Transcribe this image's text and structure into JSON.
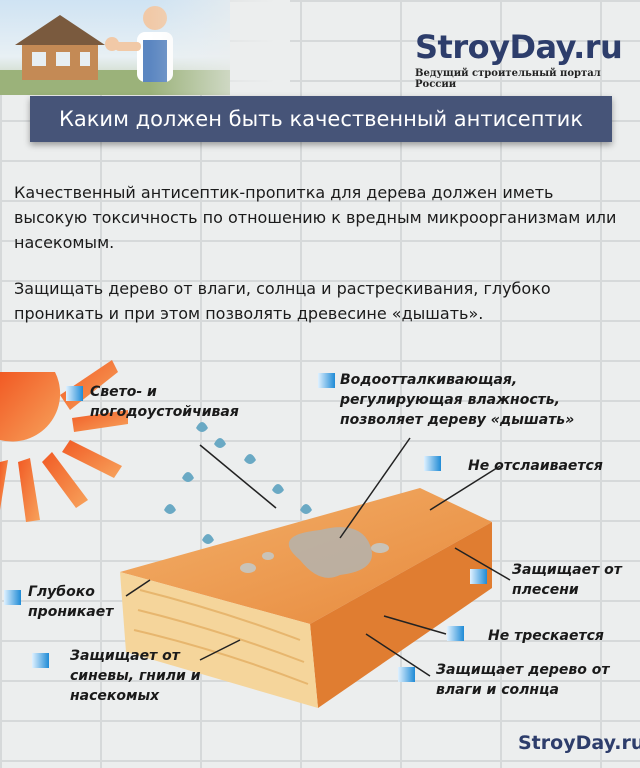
{
  "header": {
    "brand": "StroyDay.ru",
    "brand_sub": "Ведущий строительный портал России"
  },
  "banner": {
    "title": "Каким должен быть качественный антисептик"
  },
  "intro": {
    "p1": "Качественный антисептик-пропитка для дерева должен иметь высокую токсичность по отношению к вредным микроорганизмам или насекомым.",
    "p2": "Защищать дерево от влаги, солнца и растрескивания, глубоко проникать и при этом позволять древесине «дышать»."
  },
  "diagram": {
    "labels": {
      "weather": "Свето- и погодоустойчивая",
      "water": "Водоотталкивающая, регулирующая влажность, позволяет дереву «дышать»",
      "no_peel": "Не отслаивается",
      "mold": "Защищает от плесени",
      "deep": "Глубоко проникает",
      "no_crack": "Не трескается",
      "blue_rot": "Защищает от синевы, гнили и насекомых",
      "moisture_sun": "Защищает дерево от влаги и солнца"
    },
    "colors": {
      "sun": "#f26a2b",
      "wood_top": "#f0a05a",
      "wood_side": "#e07d31",
      "wood_end": "#f5d59b",
      "drop": "#6aa9c4",
      "marker": "#1f8bd6"
    }
  },
  "footer": {
    "brand": "StroyDay.ru"
  }
}
